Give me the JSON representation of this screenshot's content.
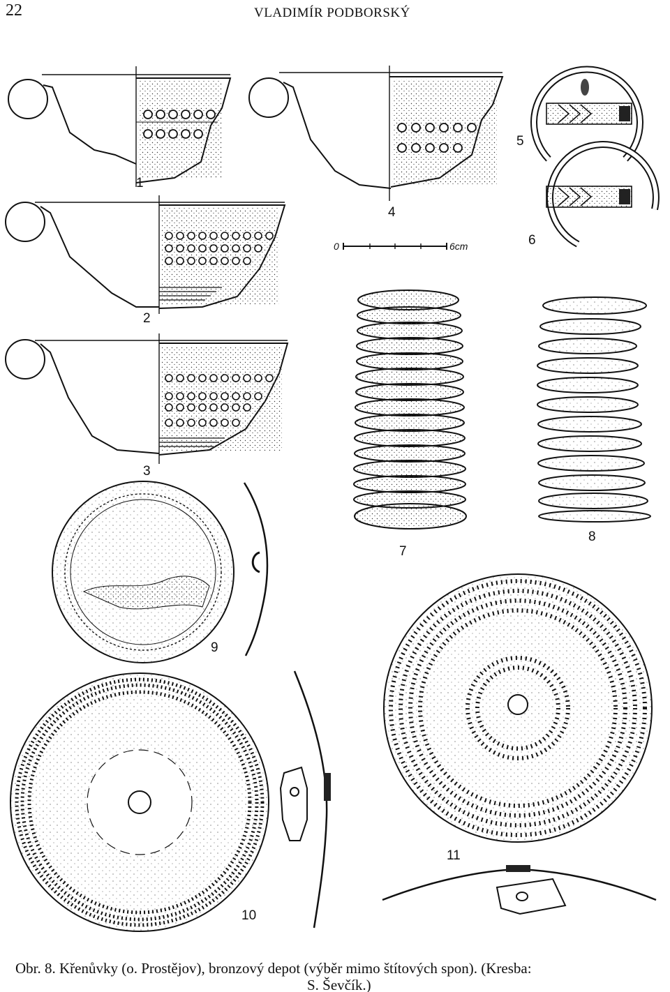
{
  "header": {
    "page_number": "22",
    "running_title": "VLADIMÍR PODBORSKÝ"
  },
  "figure": {
    "item_numbers": [
      "1",
      "2",
      "3",
      "4",
      "5",
      "6",
      "7",
      "8",
      "9",
      "10",
      "11"
    ],
    "scale": {
      "zero": "0",
      "end": "6cm"
    }
  },
  "caption": {
    "line1": "Obr. 8. Křenůvky (o. Prostějov), bronzový depot (výběr mimo štítových spon). (Kresba:",
    "line2": "S. Ševčík.)"
  }
}
